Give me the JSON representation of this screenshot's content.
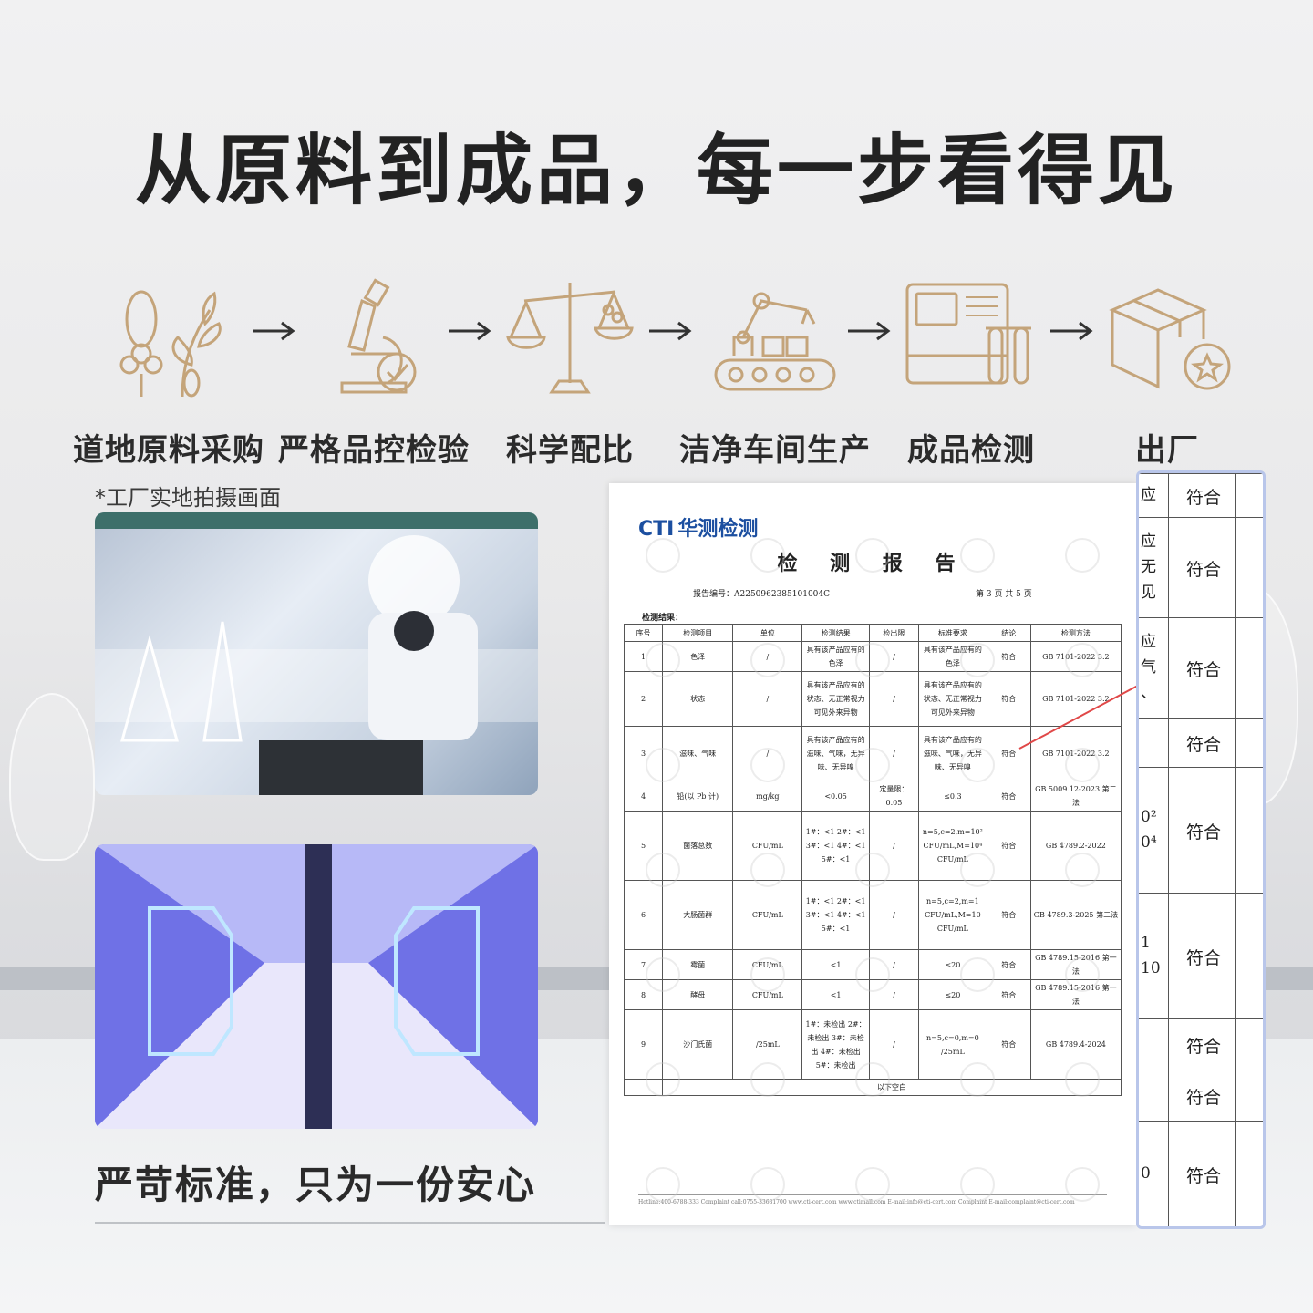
{
  "headline": "从原料到成品，每一步看得见",
  "process": [
    {
      "icon": "plant-icon",
      "label": "道地原料采购"
    },
    {
      "icon": "microscope-icon",
      "label": "严格品控检验"
    },
    {
      "icon": "scale-icon",
      "label": "科学配比"
    },
    {
      "icon": "robot-arm-icon",
      "label": "洁净车间生产"
    },
    {
      "icon": "lab-instrument-icon",
      "label": "成品检测"
    },
    {
      "icon": "package-icon",
      "label": "出厂"
    }
  ],
  "photo_note": "*工厂实地拍摄画面",
  "slogan": "严苛标准，只为一份安心",
  "report": {
    "logo_mark": "CTI",
    "logo_cn": "华测检测",
    "title": "检 测 报 告",
    "report_no": "报告编号：A2250962385101004C",
    "page": "第 3 页 共 5 页",
    "section": "检测结果：",
    "headers": [
      "序号",
      "检测项目",
      "单位",
      "检测结果",
      "检出限",
      "标准要求",
      "结论",
      "检测方法"
    ],
    "rows": [
      [
        "1",
        "色泽",
        "/",
        "具有该产品应有的色泽",
        "/",
        "具有该产品应有的色泽",
        "符合",
        "GB 7101-2022 3.2"
      ],
      [
        "2",
        "状态",
        "/",
        "具有该产品应有的状态、无正常视力可见外来异物",
        "/",
        "具有该产品应有的状态、无正常视力可见外来异物",
        "符合",
        "GB 7101-2022 3.2"
      ],
      [
        "3",
        "滋味、气味",
        "/",
        "具有该产品应有的滋味、气味，无异味、无异嗅",
        "/",
        "具有该产品应有的滋味、气味，无异味、无异嗅",
        "符合",
        "GB 7101-2022 3.2"
      ],
      [
        "4",
        "铅(以 Pb 计)",
        "mg/kg",
        "<0.05",
        "定量限：0.05",
        "≤0.3",
        "符合",
        "GB 5009.12-2023 第二法"
      ],
      [
        "5",
        "菌落总数",
        "CFU/mL",
        "1#：<1 2#：<1 3#：<1 4#：<1 5#：<1",
        "/",
        "n=5,c=2,m=10² CFU/mL,M=10⁴ CFU/mL",
        "符合",
        "GB 4789.2-2022"
      ],
      [
        "6",
        "大肠菌群",
        "CFU/mL",
        "1#：<1 2#：<1 3#：<1 4#：<1 5#：<1",
        "/",
        "n=5,c=2,m=1 CFU/mL,M=10 CFU/mL",
        "符合",
        "GB 4789.3-2025 第二法"
      ],
      [
        "7",
        "霉菌",
        "CFU/mL",
        "<1",
        "/",
        "≤20",
        "符合",
        "GB 4789.15-2016 第一法"
      ],
      [
        "8",
        "酵母",
        "CFU/mL",
        "<1",
        "/",
        "≤20",
        "符合",
        "GB 4789.15-2016 第一法"
      ],
      [
        "9",
        "沙门氏菌",
        "/25mL",
        "1#：未检出 2#：未检出 3#：未检出 4#：未检出 5#：未检出",
        "/",
        "n=5,c=0,m=0 /25mL",
        "符合",
        "GB 4789.4-2024"
      ]
    ],
    "blank_note": "以下空白",
    "footer": "Hotline:400-6788-333   Complaint call:0755-33681700   www.cti-cert.com   www.ctimall.com   E-mail:info@cti-cert.com   Complaint E-mail:complaint@cti-cert.com"
  },
  "zoom": {
    "results": [
      "符合",
      "符合",
      "符合",
      "符合",
      "符合",
      "符合",
      "符合",
      "符合",
      "符合"
    ],
    "fragments": [
      "应",
      "应\n无\n见",
      "应\n气\n、",
      "",
      "0²\n0⁴",
      "1\n10",
      "",
      "",
      "0"
    ]
  }
}
